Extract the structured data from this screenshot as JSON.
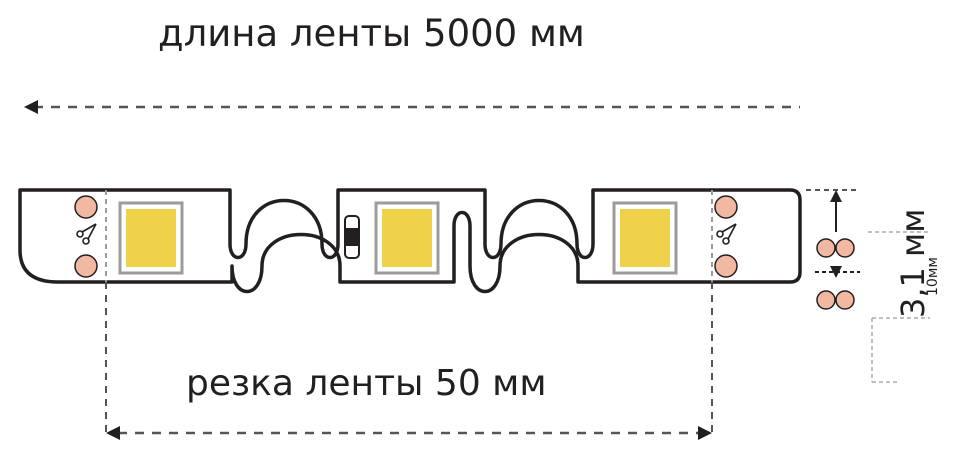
{
  "labels": {
    "strip_length": "длина ленты 5000 мм",
    "cut_step": "резка ленты 50 мм",
    "thickness": "3,1 мм",
    "width": "10мм"
  },
  "colors": {
    "outline": "#231f20",
    "led": "#f0d24a",
    "led_frame": "#9b9b9b",
    "solder_pad": "#f2b8a2",
    "dash": "#555555",
    "guide": "#aaaaaa"
  },
  "icons": {
    "scissors": "scissors-icon"
  }
}
